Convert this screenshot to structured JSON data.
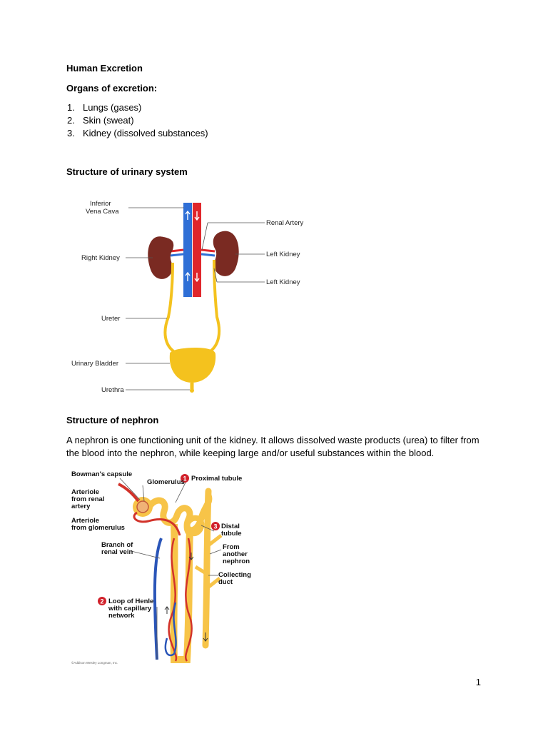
{
  "title": "Human Excretion",
  "organs_heading": "Organs of excretion:",
  "organs": [
    {
      "num": "1.",
      "text": "Lungs (gases)"
    },
    {
      "num": "2.",
      "text": "Skin (sweat)"
    },
    {
      "num": "3.",
      "text": "Kidney (dissolved substances)"
    }
  ],
  "urinary_heading": "Structure of urinary system",
  "urinary_figure": {
    "labels": {
      "ivc_line1": "Inferior",
      "ivc_line2": "Vena Cava",
      "renal_artery": "Renal Artery",
      "right_kidney": "Right Kidney",
      "left_kidney_1": "Left Kidney",
      "left_kidney_2": "Left Kidney",
      "ureter": "Ureter",
      "bladder": "Urinary Bladder",
      "urethra": "Urethra"
    },
    "colors": {
      "vein": "#2f6fd6",
      "artery": "#e0262b",
      "kidney": "#7a2a22",
      "urinary": "#f4c21e"
    }
  },
  "nephron_heading": "Structure of nephron",
  "nephron_paragraph": "A nephron is one functioning unit of the kidney. It allows dissolved waste products (urea) to filter from the blood into the nephron, while keeping large and/or useful substances within the blood.",
  "nephron_figure": {
    "labels": {
      "bowmans": "Bowman's capsule",
      "glomerulus": "Glomerulus",
      "proximal": "Proximal tubule",
      "arteriole_renal_1": "Arteriole",
      "arteriole_renal_2": "from renal",
      "arteriole_renal_3": "artery",
      "arteriole_glom_1": "Arteriole",
      "arteriole_glom_2": "from glomerulus",
      "distal_1": "Distal",
      "distal_2": "tubule",
      "branch_1": "Branch of",
      "branch_2": "renal vein",
      "from_1": "From",
      "from_2": "another",
      "from_3": "nephron",
      "collecting_1": "Collecting",
      "collecting_2": "duct",
      "loop_1": "Loop of Henle",
      "loop_2": "with capillary",
      "loop_3": "network",
      "badge_1": "1",
      "badge_2": "2",
      "badge_3": "3",
      "copyright": "©Addison Wesley Longman, Inc."
    },
    "colors": {
      "tubule": "#f7c448",
      "artery": "#d2322a",
      "vein": "#2a55b8",
      "badge": "#d1202a"
    }
  },
  "page_number": "1"
}
